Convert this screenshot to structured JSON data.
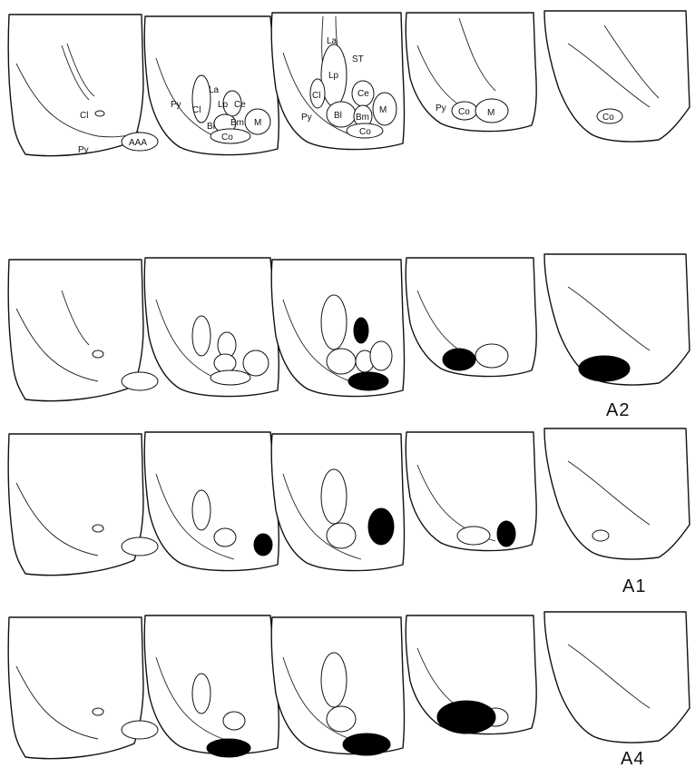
{
  "figure": {
    "structure_labels": {
      "section1": [
        "Cl",
        "Py",
        "AAA"
      ],
      "section2": [
        "La",
        "Py",
        "Cl",
        "Lp",
        "Ce",
        "Bl",
        "Bm",
        "M",
        "Co"
      ],
      "section3": [
        "La",
        "ST",
        "Lp",
        "Cl",
        "Ce",
        "Py",
        "Bl",
        "Bm",
        "M",
        "Co"
      ],
      "section4": [
        "Py",
        "Co",
        "M"
      ],
      "section5": [
        "Co"
      ]
    },
    "rows": [
      {
        "id": "reference",
        "label": ""
      },
      {
        "id": "a2",
        "label": "A2"
      },
      {
        "id": "a1",
        "label": "A1"
      },
      {
        "id": "a4",
        "label": "A4"
      }
    ]
  }
}
